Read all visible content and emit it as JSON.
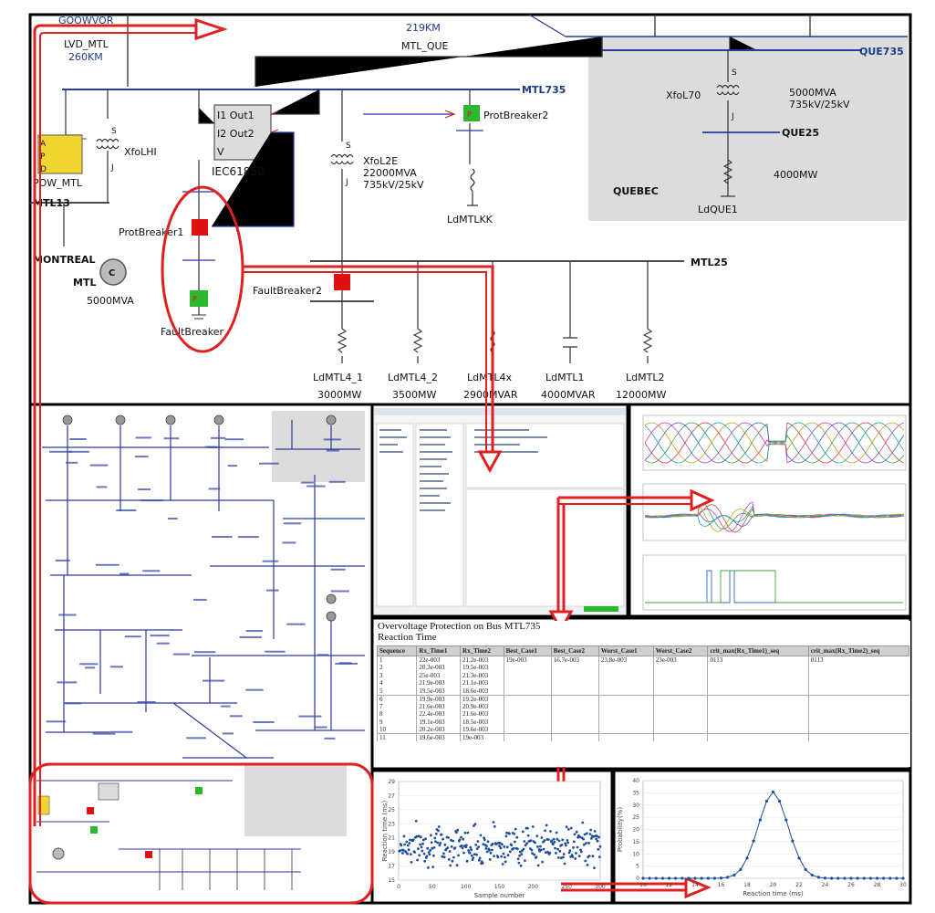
{
  "top_diagram": {
    "labels": {
      "goowvor": "GOOWVOR",
      "lvd_mtl": "LVD_MTL",
      "km260": "260KM",
      "km219": "219KM",
      "mtl_que": "MTL_QUE",
      "que735": "QUE735",
      "mtl735": "MTL735",
      "iec": "IEC61850",
      "out1": "I1 Out1",
      "out2": "I2 Out2",
      "v": "V",
      "prot2": "ProtBreaker2",
      "xfol70": "XfoL70",
      "que_mva": "5000MVA",
      "que_kv": "735kV/25kV",
      "que25": "QUE25",
      "que_mw": "4000MW",
      "quebec": "QUEBEC",
      "ldque1": "LdQUE1",
      "xfolhi": "XfoLHI",
      "pow_mtl": "POW_MTL",
      "mtl13": "MTL13",
      "xfol2e": "XfoL2E",
      "mva22k": "22000MVA",
      "kv735": "735kV/25kV",
      "ldmtlkk": "LdMTLKK",
      "prot1": "ProtBreaker1",
      "montreal": "MONTREAL",
      "mtl": "MTL",
      "mtl_mva": "5000MVA",
      "fault_breaker": "FaultBreaker",
      "fault_breaker2": "FaultBreaker2",
      "mtl25": "MTL25",
      "s_tag": "S",
      "j_tag": "J",
      "a": "A",
      "p": "P",
      "d": "D",
      "c": "C",
      "pbox": "P"
    },
    "loads": [
      {
        "name": "LdMTL4_1",
        "value": "3000MW"
      },
      {
        "name": "LdMTL4_2",
        "value": "3500MW"
      },
      {
        "name": "LdMTL4x",
        "value": "2900MVAR"
      },
      {
        "name": "LdMTL1",
        "value": "4000MVAR"
      },
      {
        "name": "LdMTL2",
        "value": "12000MW"
      }
    ]
  },
  "table": {
    "title": "Overvoltage Protection on Bus MTL735",
    "subtitle": "Reaction Time",
    "columns": [
      "Sequence",
      "Rx_Time1",
      "Rx_Time2",
      "Best_Case1",
      "Best_Case2",
      "Worst_Case1",
      "Worst_Case2",
      "crit_max(Rx_Time1)_seq",
      "crit_max(Rx_Time2)_seq"
    ],
    "rows": [
      [
        "1",
        "22e-003",
        "21.2e-003",
        "19e-003",
        "16.7e-003",
        "23.8e-003",
        "23e-003",
        "0113",
        "0113"
      ],
      [
        "2",
        "20.3e-003",
        "19.5e-003",
        "",
        "",
        "",
        "",
        "",
        ""
      ],
      [
        "3",
        "25e-003",
        "21.3e-003",
        "",
        "",
        "",
        "",
        "",
        ""
      ],
      [
        "4",
        "21.9e-003",
        "21.1e-003",
        "",
        "",
        "",
        "",
        "",
        ""
      ],
      [
        "5",
        "19.5e-003",
        "18.6e-003",
        "",
        "",
        "",
        "",
        "",
        ""
      ],
      [
        "6",
        "19.9e-003",
        "19.2e-003",
        "",
        "",
        "",
        "",
        "",
        ""
      ],
      [
        "7",
        "21.6e-003",
        "20.9e-003",
        "",
        "",
        "",
        "",
        "",
        ""
      ],
      [
        "8",
        "22.4e-003",
        "21.6e-003",
        "",
        "",
        "",
        "",
        "",
        ""
      ],
      [
        "9",
        "19.1e-003",
        "18.5e-003",
        "",
        "",
        "",
        "",
        "",
        ""
      ],
      [
        "10",
        "20.2e-003",
        "19.6e-003",
        "",
        "",
        "",
        "",
        "",
        ""
      ],
      [
        "11",
        "19.6e-003",
        "19e-003",
        "",
        "",
        "",
        "",
        "",
        ""
      ]
    ]
  },
  "chart_data": [
    {
      "type": "scatter",
      "xlabel": "Sample number",
      "ylabel": "Reaction time (ms)",
      "xlim": [
        0,
        300
      ],
      "ylim": [
        15,
        29
      ],
      "x_ticks": [
        "0",
        "50",
        "100",
        "150",
        "200",
        "250",
        "300"
      ],
      "y_ticks": [
        "15",
        "17",
        "19",
        "21",
        "23",
        "25",
        "27",
        "29"
      ],
      "points_note": "300 samples scattered around 20 ms (range about 17-23 ms)",
      "mean": 20,
      "spread": 3,
      "count": 300,
      "color": "#1f4e9a"
    },
    {
      "type": "line",
      "xlabel": "Reaction time (ms)",
      "ylabel": "Probability(%)",
      "xlim": [
        10,
        30
      ],
      "ylim": [
        0,
        40
      ],
      "x_ticks": [
        "10",
        "12",
        "14",
        "16",
        "18",
        "20",
        "22",
        "24",
        "26",
        "28",
        "30"
      ],
      "y_ticks": [
        "0",
        "5",
        "10",
        "15",
        "20",
        "25",
        "30",
        "35",
        "40"
      ],
      "x": [
        10,
        10.5,
        11,
        11.5,
        12,
        12.5,
        13,
        13.5,
        14,
        14.5,
        15,
        15.5,
        16,
        16.5,
        17,
        17.5,
        18,
        18.5,
        19,
        19.5,
        20,
        20.5,
        21,
        21.5,
        22,
        22.5,
        23,
        23.5,
        24,
        24.5,
        25,
        25.5,
        26,
        26.5,
        27,
        27.5,
        28,
        28.5,
        29,
        29.5,
        30
      ],
      "y": [
        0,
        0,
        0,
        0,
        0,
        0,
        0,
        0,
        0,
        0,
        0,
        0,
        0.1,
        0.4,
        1.3,
        3.6,
        8.3,
        15.3,
        23.9,
        31.6,
        35.4,
        31.6,
        23.9,
        15.3,
        8.3,
        3.6,
        1.3,
        0.4,
        0.1,
        0,
        0,
        0,
        0,
        0,
        0,
        0,
        0,
        0,
        0,
        0,
        0
      ],
      "color": "#1f4e9a"
    }
  ],
  "colors": {
    "accent": "#e02020",
    "bus": "#2a3aa0",
    "quebec_bg": "#dcdcdc",
    "breaker_red": "#d11",
    "breaker_green": "#2eb82e",
    "pow_yellow": "#f2d630"
  }
}
